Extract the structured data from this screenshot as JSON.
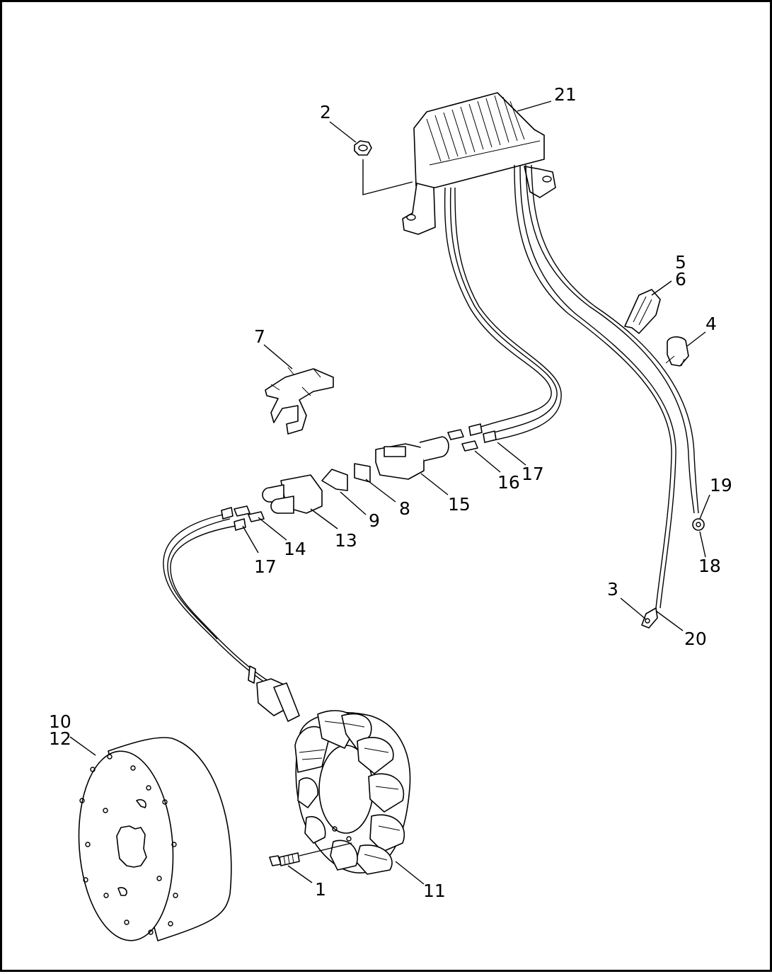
{
  "labels": {
    "p1": "1",
    "p2": "2",
    "p3": "3",
    "p4": "4",
    "p5": "5",
    "p6": "6",
    "p7": "7",
    "p8": "8",
    "p9": "9",
    "p10": "10",
    "p11": "11",
    "p12": "12",
    "p13": "13",
    "p14": "14",
    "p15": "15",
    "p16": "16",
    "p17a": "17",
    "p17b": "17",
    "p18": "18",
    "p19": "19",
    "p20": "20",
    "p21": "21"
  },
  "colors": {
    "ink": "#000000",
    "paper": "#ffffff"
  }
}
